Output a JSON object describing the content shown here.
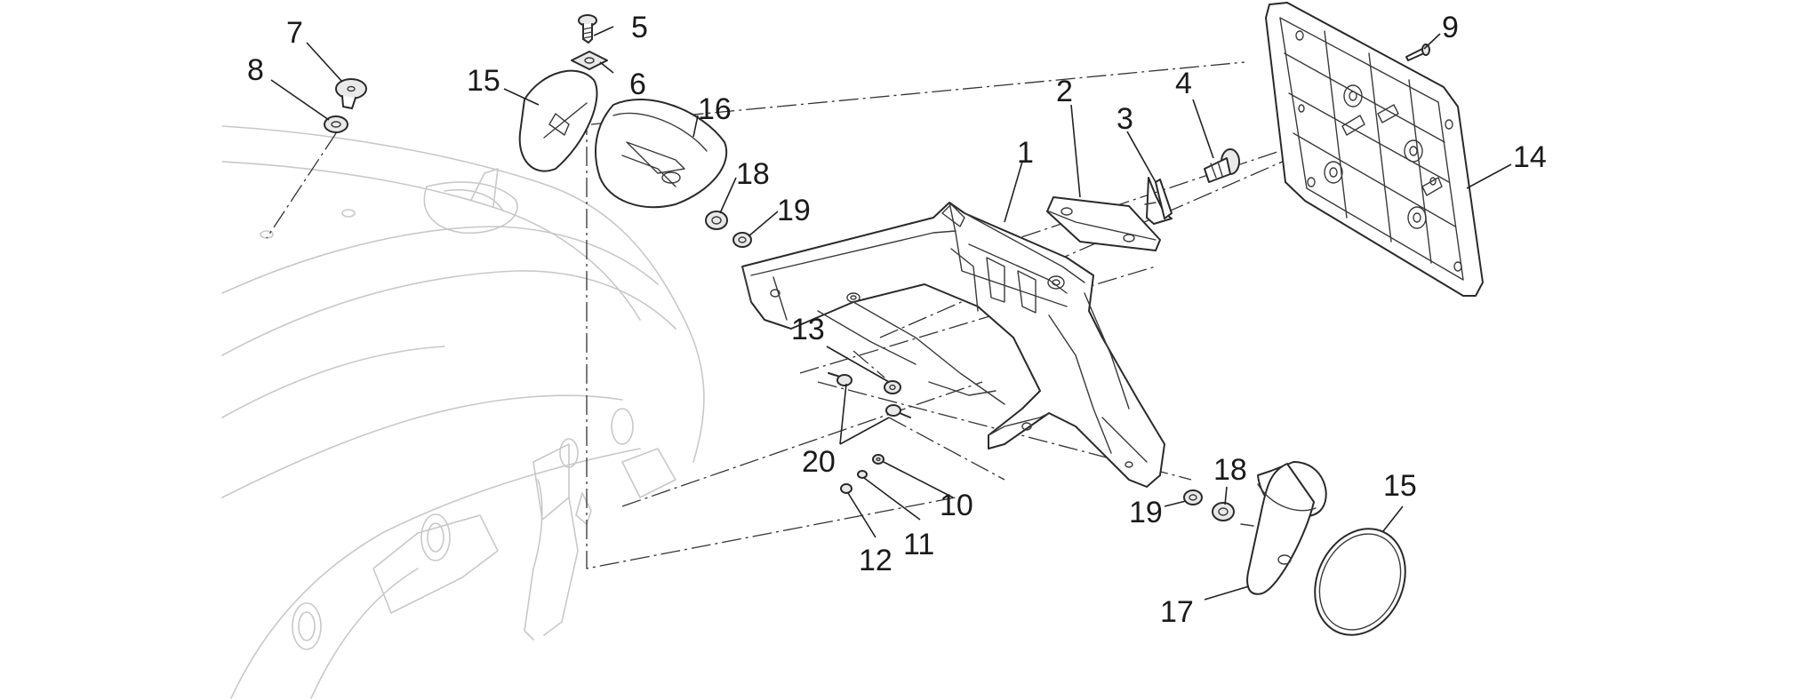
{
  "callouts": {
    "c1": "1",
    "c2": "2",
    "c3": "3",
    "c4": "4",
    "c5": "5",
    "c6": "6",
    "c7": "7",
    "c8": "8",
    "c9": "9",
    "c10": "10",
    "c11": "11",
    "c12": "12",
    "c13": "13",
    "c14": "14",
    "c15a": "15",
    "c15b": "15",
    "c16": "16",
    "c17": "17",
    "c18a": "18",
    "c18b": "18",
    "c19a": "19",
    "c19b": "19",
    "c20": "20"
  },
  "colors": {
    "line": "#2a2a2a",
    "ghost": "#c8c8c8",
    "background": "#ffffff"
  }
}
